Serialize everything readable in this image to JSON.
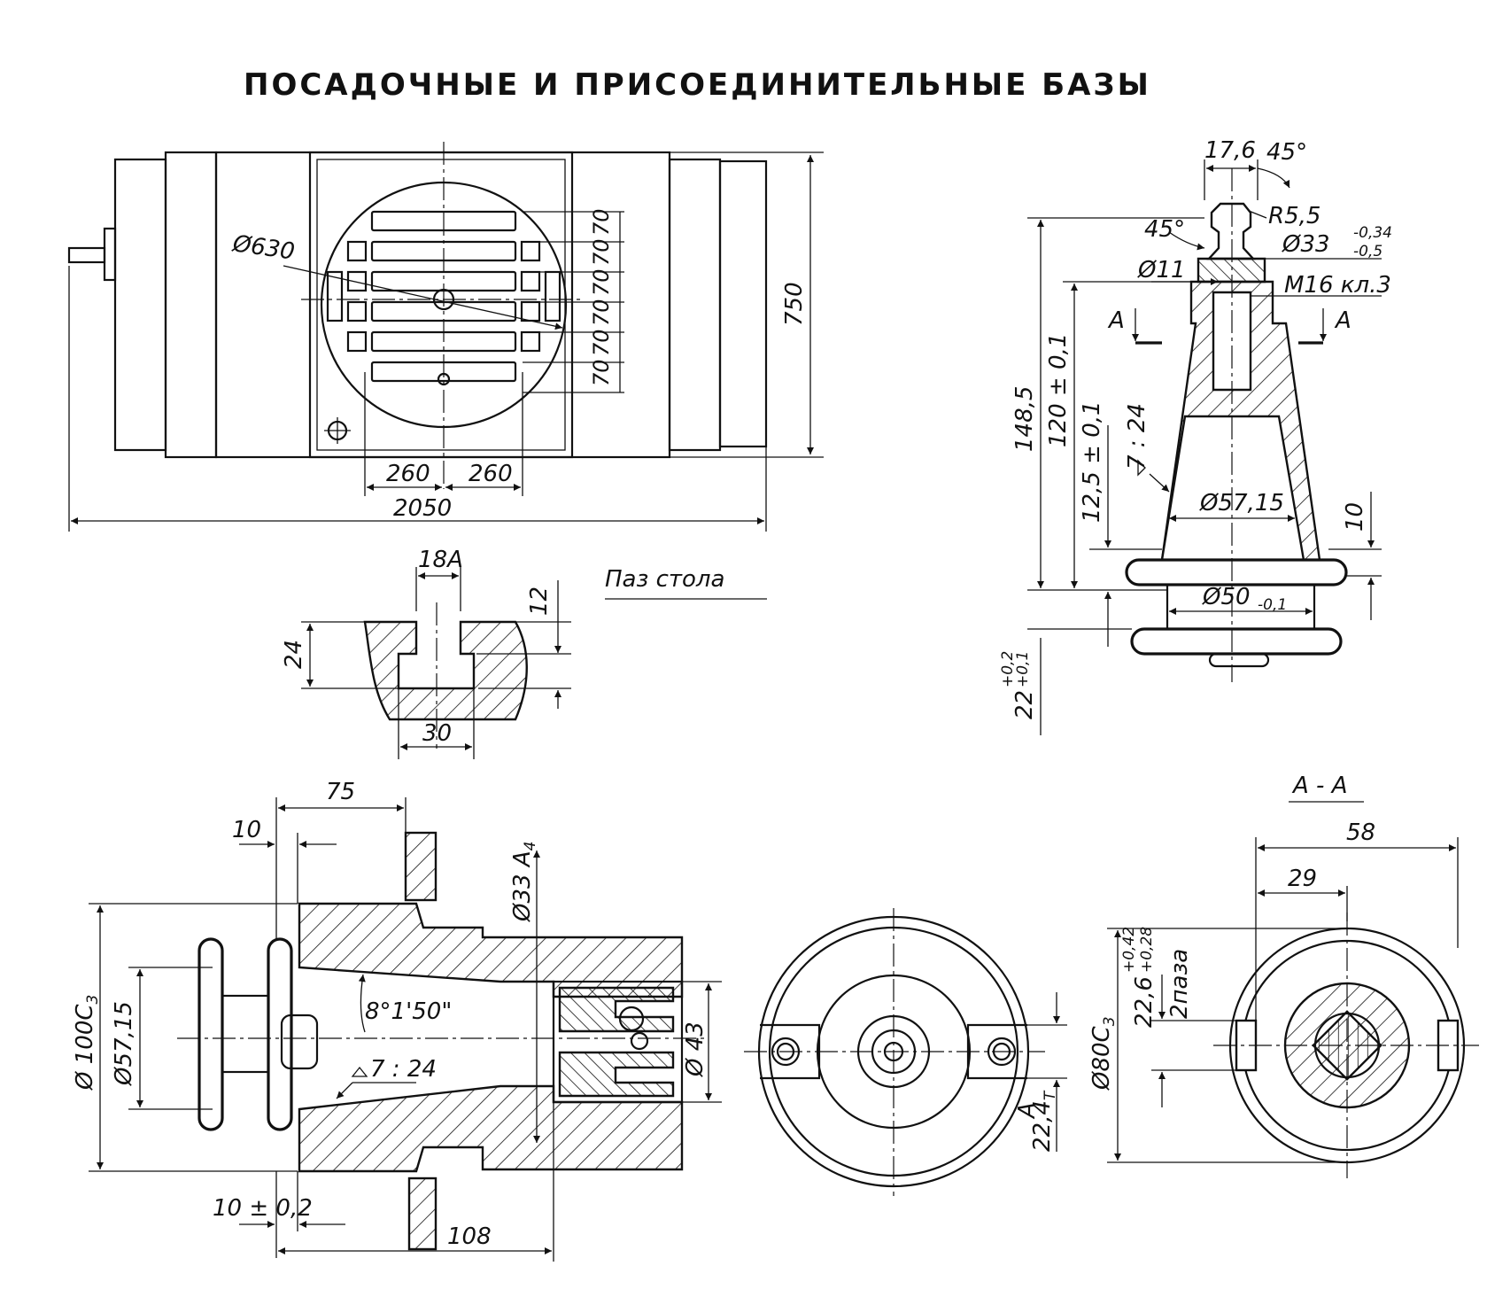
{
  "title": "ПОСАДОЧНЫЕ И ПРИСОЕДИНИТЕЛЬНЫЕ БАЗЫ",
  "table_view": {
    "diameter": "Ø630",
    "height": "750",
    "overall_length": "2050",
    "offset_left": "260",
    "offset_right": "260",
    "slot_pitch": [
      "70",
      "70",
      "70",
      "70",
      "70",
      "70"
    ]
  },
  "table_slot": {
    "caption": "Паз стола",
    "width": "18А",
    "depth": "12",
    "total_depth": "24",
    "bottom_width": "30"
  },
  "taper_shank": {
    "top_width": "17,6",
    "top_angle": "45°",
    "left_angle": "45°",
    "radius": "R5,5",
    "collar_diameter": "Ø33",
    "collar_tol_upper": "-0,34",
    "collar_tol_lower": "-0,5",
    "hole_diameter": "Ø11",
    "thread": "М16 кл.3",
    "section_left": "А",
    "section_right": "А",
    "total_length": "148,5",
    "length_120": "120 ± 0,1",
    "length_12_5": "12,5 ± 0,1",
    "taper": "7 : 24",
    "gauge_diameter": "Ø57,15",
    "flange_thickness": "10",
    "flange_diameter": "Ø50",
    "flange_tol": "-0,1",
    "bottom_dim": "22",
    "bottom_tol_upper": "+0,2",
    "bottom_tol_lower": "+0,1"
  },
  "spindle_section": {
    "dim_75": "75",
    "dim_10": "10",
    "dim_10_tol": "10 ± 0,2",
    "dim_108": "108",
    "outer_diameter": "Ø 100С",
    "outer_diameter_sub": "3",
    "gauge_diameter": "Ø57,15",
    "bore_diameter": "Ø33 А",
    "bore_diameter_sub": "4",
    "angle": "8°1'50\"",
    "taper": "7 : 24",
    "diameter_43": "Ø 43"
  },
  "front_view": {
    "key_width": "22,4",
    "key_width_tol": "Т",
    "key_label": "А"
  },
  "section_aa": {
    "label": "А - А",
    "dim_58": "58",
    "dim_29": "29",
    "diameter": "Ø80С",
    "diameter_sub": "3",
    "slot_width": "22,6",
    "slot_tol_upper": "+0,42",
    "slot_tol_lower": "+0,28",
    "slots": "2паза"
  }
}
